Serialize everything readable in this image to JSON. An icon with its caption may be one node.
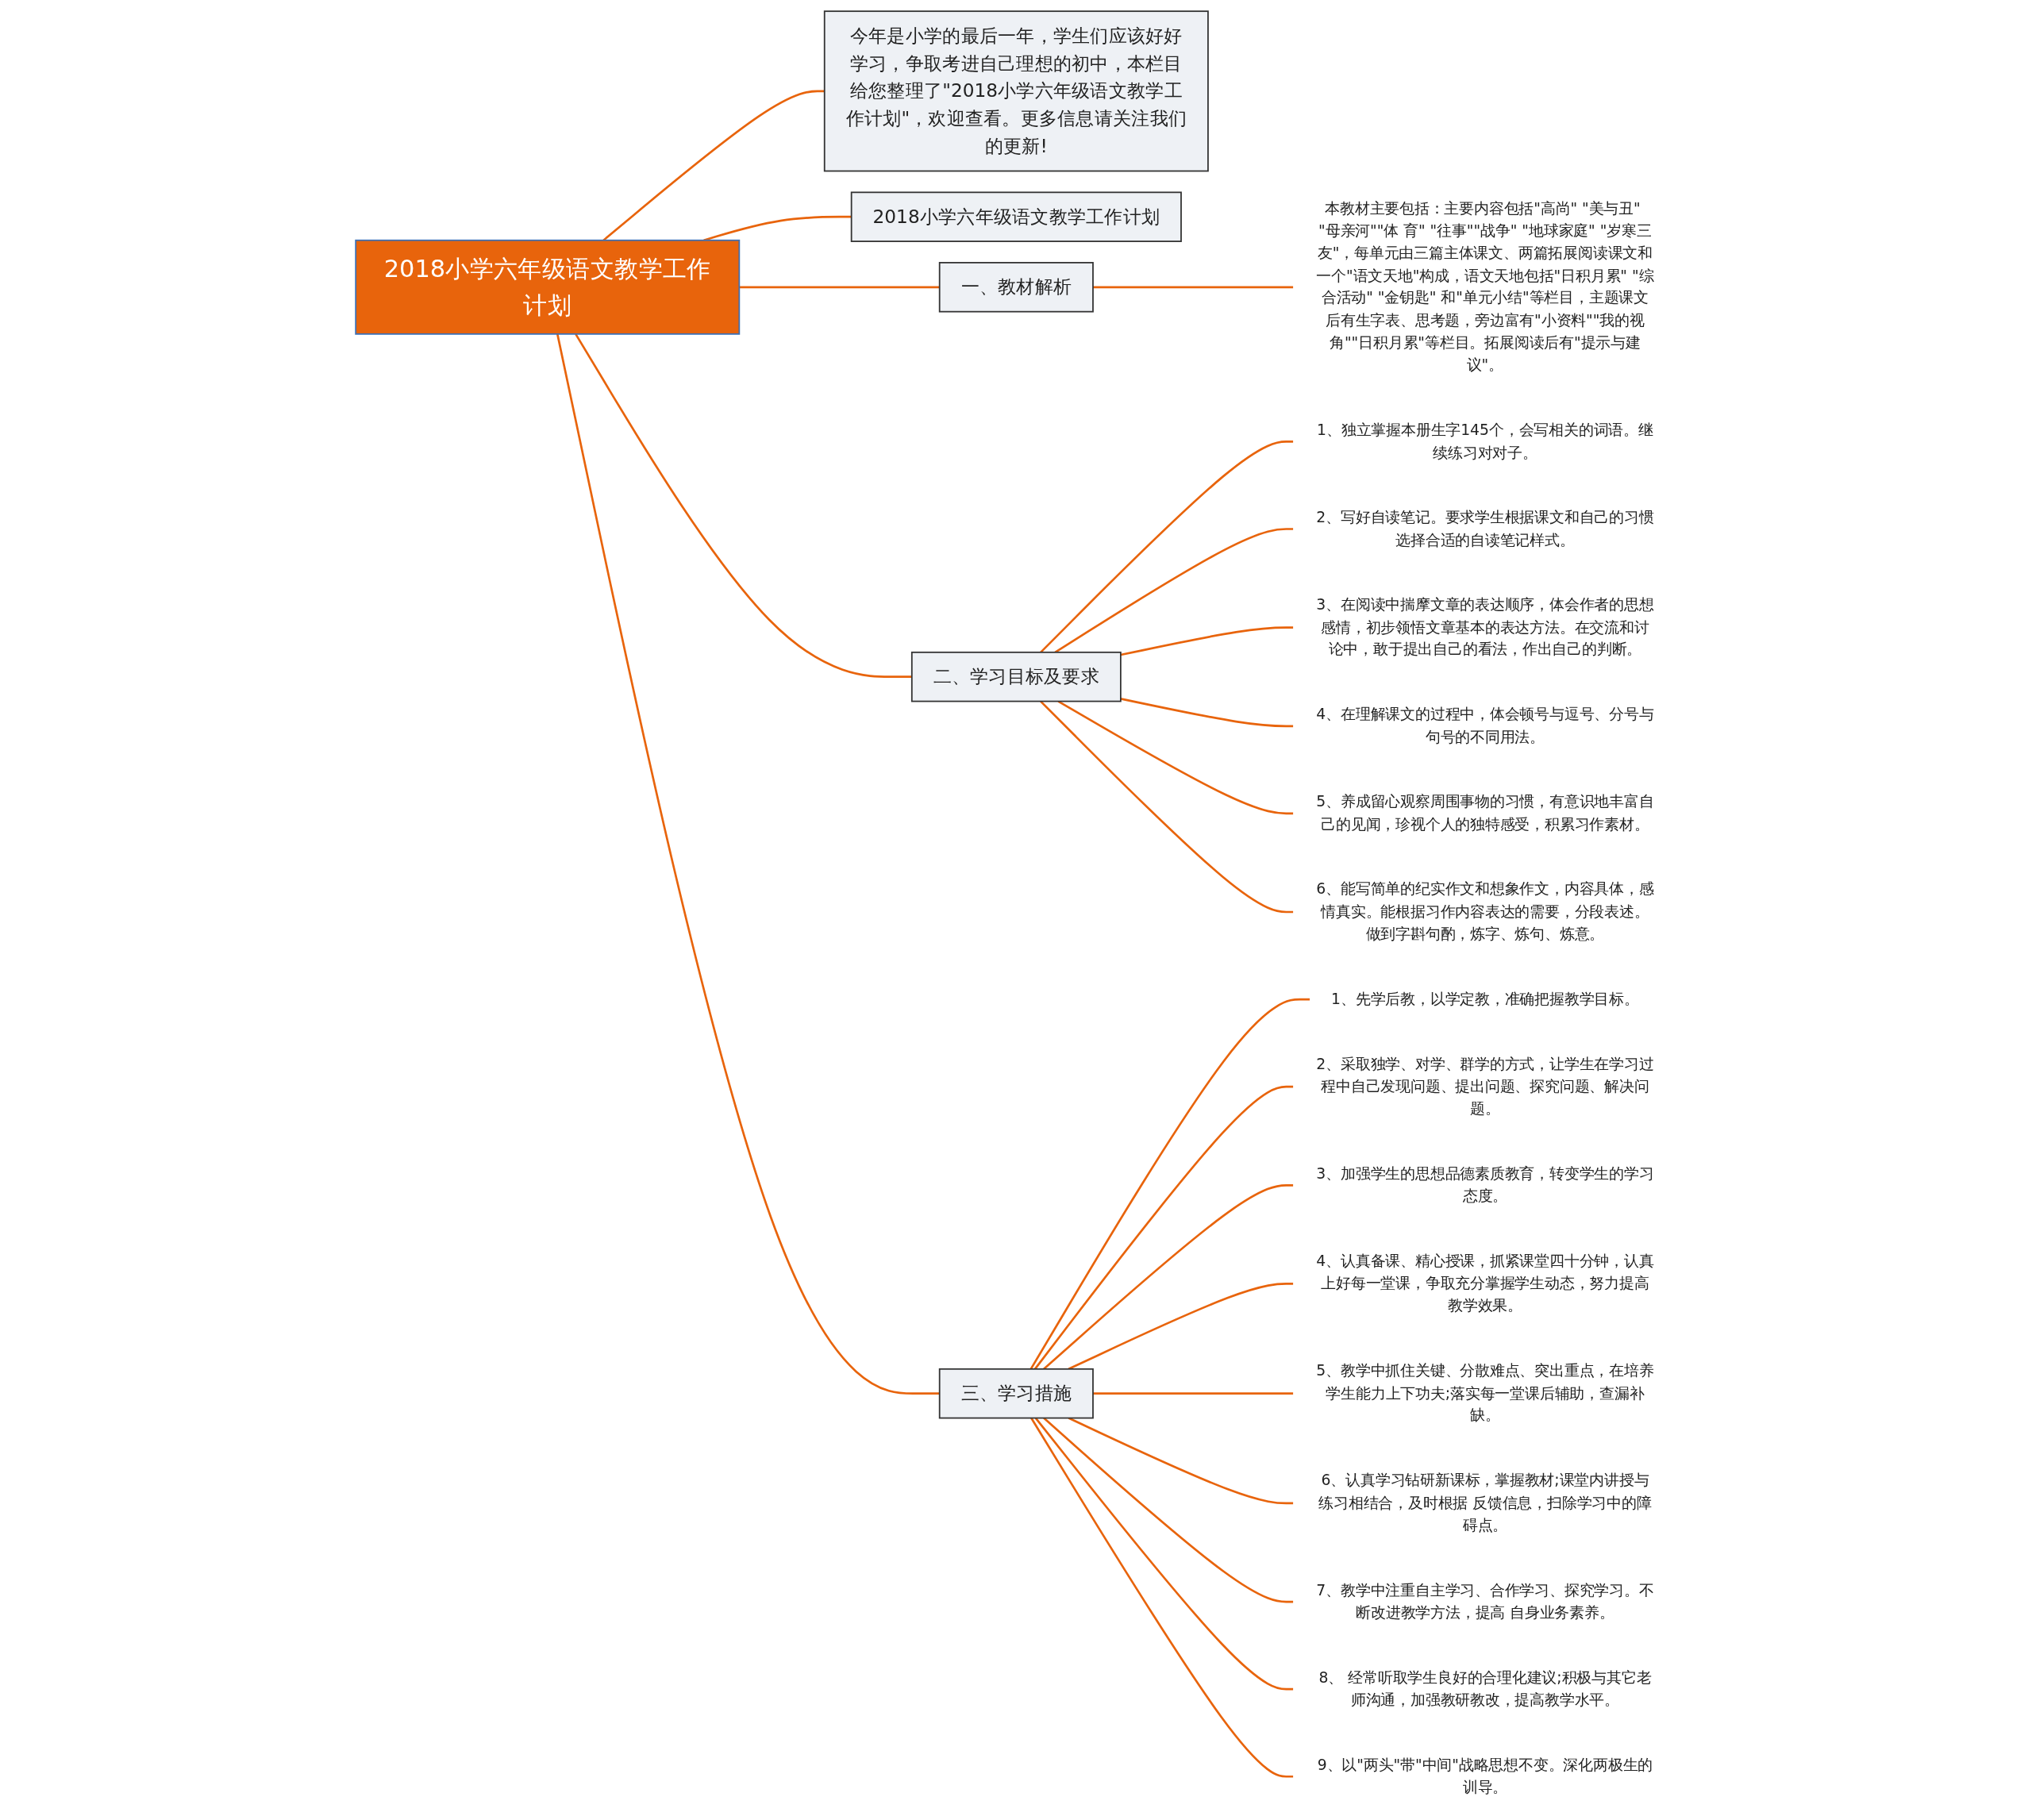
{
  "diagram": {
    "nodes": [
      {
        "text": [
          "2018小学六年级语文教学工作计划"
        ]
      },
      {
        "text": [
          "今年是小学的最后一年，学生们应该好好学习，争取考进自己理想的初中，本栏目给您整理了\"2018小学六年级语文教学工作计划\"，欢迎查看。更多信息请关注我们的更新!"
        ]
      },
      {
        "text": [
          "2018小学六年级语文教学工作计划"
        ]
      },
      {
        "text": [
          "一、教材解析"
        ]
      },
      {
        "text": [
          "本教材主要包括：主要内容包括\"高尚\" \"美与丑\" \"母亲河\"\"体 育\" \"往事\"\"战争\" \"地球家庭\" \"岁寒三友\"，每单元由三篇主体课文、两篇拓展阅读课文和一个\"语文天地\"构成，语文天地包括\"日积月累\" \"综合活动\" \"金钥匙\" 和\"单元小结\"等栏目，主题课文后有生字表、思考题，旁边富有\"小资料\"\"我的视角\"\"日积月累\"等栏目。拓展阅读后有\"提示与建议\"。"
        ]
      },
      {
        "text": [
          "二、学习目标及要求"
        ]
      },
      {
        "text": [
          "1、独立掌握本册生字145个，会写相关的词语。继续练习对对子。"
        ]
      },
      {
        "text": [
          "2、写好自读笔记。要求学生根据课文和自己的习惯选择合适的自读笔记样式。"
        ]
      },
      {
        "text": [
          "3、在阅读中揣摩文章的表达顺序，体会作者的思想感情，初步领悟文章基本的表达方法。在交流和讨论中，敢于提出自己的看法，作出自己的判断。"
        ]
      },
      {
        "text": [
          "4、在理解课文的过程中，体会顿号与逗号、分号与句号的不同用法。"
        ]
      },
      {
        "text": [
          "5、养成留心观察周围事物的习惯，有意识地丰富自己的见闻，珍视个人的独特感受，积累习作素材。"
        ]
      },
      {
        "text": [
          "6、能写简单的纪实作文和想象作文，内容具体，感情真实。能根据习作内容表达的需要，分段表述。做到字斟句酌，炼字、炼句、炼意。"
        ]
      },
      {
        "text": [
          "三、学习措施"
        ]
      },
      {
        "text": [
          "1、先学后教，以学定教，准确把握教学目标。"
        ]
      },
      {
        "text": [
          "2、采取独学、对学、群学的方式，让学生在学习过程中自己发现问题、提出问题、探究问题、解决问题。"
        ]
      },
      {
        "text": [
          "3、加强学生的思想品德素质教育，转变学生的学习态度。"
        ]
      },
      {
        "text": [
          "4、认真备课、精心授课，抓紧课堂四十分钟，认真上好每一堂课，争取充分掌握学生动态，努力提高教学效果。"
        ]
      },
      {
        "text": [
          "5、教学中抓住关键、分散难点、突出重点，在培养学生能力上下功夫;落实每一堂课后辅助，查漏补缺。"
        ]
      },
      {
        "text": [
          "6、认真学习钻研新课标，掌握教材;课堂内讲授与练习相结合，及时根据 反馈信息，扫除学习中的障碍点。"
        ]
      },
      {
        "text": [
          "7、教学中注重自主学习、合作学习、探究学习。不断改进教学方法，提高 自身业务素养。"
        ]
      },
      {
        "text": [
          "8、 经常听取学生良好的合理化建议;积极与其它老师沟通，加强教研教改，提高教学水平。"
        ]
      },
      {
        "text": [
          "9、以\"两头\"带\"中间\"战略思想不变。深化两极生的训导。"
        ]
      }
    ],
    "edges": [
      {
        "from": 0,
        "to": 1,
        "arrow": "none"
      },
      {
        "from": 0,
        "to": 2,
        "arrow": "none"
      },
      {
        "from": 0,
        "to": 3,
        "arrow": "none"
      },
      {
        "from": 3,
        "to": 4,
        "arrow": "none"
      },
      {
        "from": 0,
        "to": 5,
        "arrow": "none"
      },
      {
        "from": 5,
        "to": 6,
        "arrow": "none"
      },
      {
        "from": 5,
        "to": 7,
        "arrow": "none"
      },
      {
        "from": 5,
        "to": 8,
        "arrow": "none"
      },
      {
        "from": 5,
        "to": 9,
        "arrow": "none"
      },
      {
        "from": 5,
        "to": 10,
        "arrow": "none"
      },
      {
        "from": 5,
        "to": 11,
        "arrow": "none"
      },
      {
        "from": 0,
        "to": 12,
        "arrow": "none"
      },
      {
        "from": 12,
        "to": 13,
        "arrow": "none"
      },
      {
        "from": 12,
        "to": 14,
        "arrow": "none"
      },
      {
        "from": 12,
        "to": 15,
        "arrow": "none"
      },
      {
        "from": 12,
        "to": 16,
        "arrow": "none"
      },
      {
        "from": 12,
        "to": 17,
        "arrow": "none"
      },
      {
        "from": 12,
        "to": 18,
        "arrow": "none"
      },
      {
        "from": 12,
        "to": 19,
        "arrow": "none"
      },
      {
        "from": 12,
        "to": 20,
        "arrow": "none"
      },
      {
        "from": 12,
        "to": 21,
        "arrow": "none"
      }
    ]
  }
}
